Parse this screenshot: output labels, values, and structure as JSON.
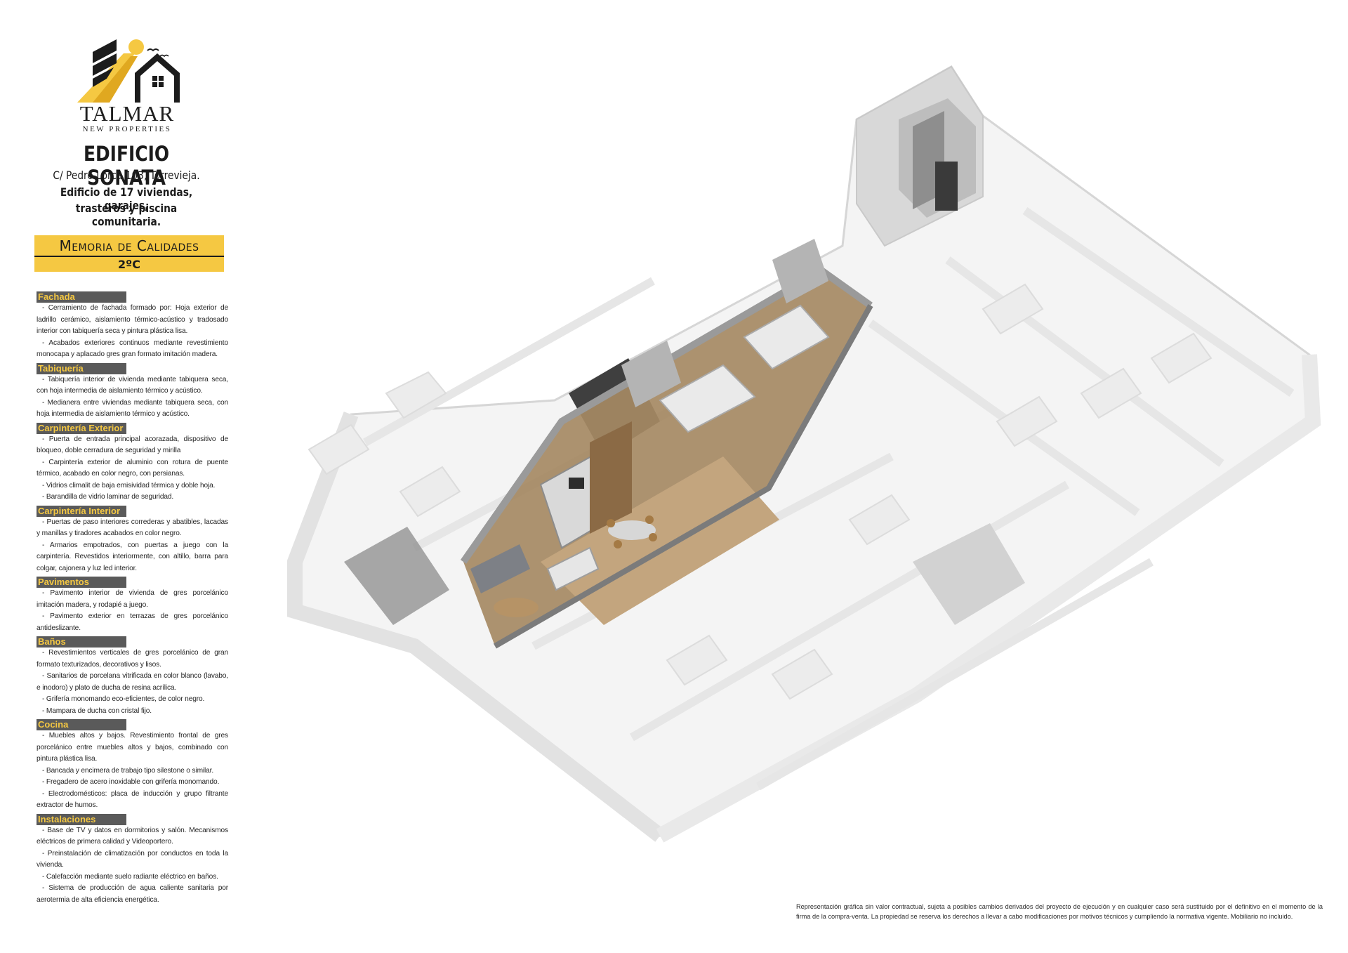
{
  "colors": {
    "accent": "#f5c842",
    "dark": "#1b1b1b",
    "section_bg": "#5a5a5a"
  },
  "brand": {
    "name": "TALMAR",
    "subtitle": "NEW PROPERTIES"
  },
  "building": {
    "title": "EDIFICIO SONATA",
    "address": "C/ Pedro Lorca 103, Torrevieja.",
    "description_line1": "Edificio de 17 viviendas, garajes,",
    "description_line2": "trasteros y piscina comunitaria."
  },
  "memoria": {
    "title": "Memoria de Calidades",
    "unit": "2ºC"
  },
  "sections": [
    {
      "title": "Fachada",
      "items": [
        "- Cerramiento de fachada formado por: Hoja exterior de ladrillo cerámico, aislamiento térmico-acústico y tradosado interior con tabiquería seca y pintura plástica lisa.",
        "- Acabados exteriores continuos mediante revestimiento monocapa y aplacado gres gran formato imitación madera."
      ]
    },
    {
      "title": "Tabiquería",
      "items": [
        "- Tabiquería interior de vivienda mediante tabiquera seca, con hoja intermedia de aislamiento térmico y acústico.",
        "- Medianera entre viviendas mediante tabiquera seca, con hoja intermedia de aislamiento térmico y acústico."
      ]
    },
    {
      "title": "Carpintería Exterior",
      "items": [
        "- Puerta de entrada principal acorazada, dispositivo de bloqueo, doble cerradura de seguridad y mirilla",
        "- Carpintería exterior de aluminio con rotura de puente térmico, acabado en color negro, con persianas.",
        "- Vidrios climalit de baja emisividad térmica y doble hoja.",
        "- Barandilla de vidrio laminar de seguridad."
      ]
    },
    {
      "title": "Carpintería Interior",
      "items": [
        "- Puertas de paso interiores correderas y abatibles, lacadas y manillas y tiradores acabados en color negro.",
        "- Armarios empotrados, con puertas a juego con la carpintería. Revestidos interiormente, con altillo, barra para colgar, cajonera y luz led interior."
      ]
    },
    {
      "title": "Pavimentos",
      "items": [
        "- Pavimento interior de vivienda de gres porcelánico imitación madera, y rodapié a juego.",
        "- Pavimento exterior en terrazas de gres porcelánico antideslizante."
      ]
    },
    {
      "title": "Baños",
      "items": [
        "- Revestimientos verticales de gres porcelánico de gran formato texturizados, decorativos y lisos.",
        "- Sanitarios de porcelana vitrificada en color blanco (lavabo, e inodoro) y plato de ducha de resina acrílica.",
        "- Grifería monomando eco-eficientes, de color negro.",
        "- Mampara de ducha con cristal fijo."
      ]
    },
    {
      "title": "Cocina",
      "items": [
        "- Muebles altos y bajos. Revestimiento frontal de gres porcelánico entre muebles altos y bajos, combinado con pintura plástica lisa.",
        "- Bancada y encimera de trabajo tipo silestone o similar.",
        "- Fregadero de acero inoxidable con grifería monomando.",
        "- Electrodomésticos: placa de inducción y grupo filtrante extractor de humos."
      ]
    },
    {
      "title": "Instalaciones",
      "items": [
        "- Base de TV y datos en dormitorios y salón. Mecanismos eléctricos de primera calidad y Videoportero.",
        "- Preinstalación de climatización por conductos en toda la vivienda.",
        "- Calefacción mediante suelo radiante eléctrico en baños.",
        "- Sistema de producción de agua caliente sanitaria por aerotermia de alta eficiencia energética."
      ]
    }
  ],
  "disclaimer": "Representación gráfica sin valor contractual, sujeta a posibles cambios derivados del proyecto de ejecución y en cualquier caso será sustituido por el definitivo en el momento de la firma de la compra-venta. La propiedad se reserva los derechos a llevar a cabo modificaciones por motivos técnicos y cumpliendo la normativa vigente. Mobiliario no incluido."
}
